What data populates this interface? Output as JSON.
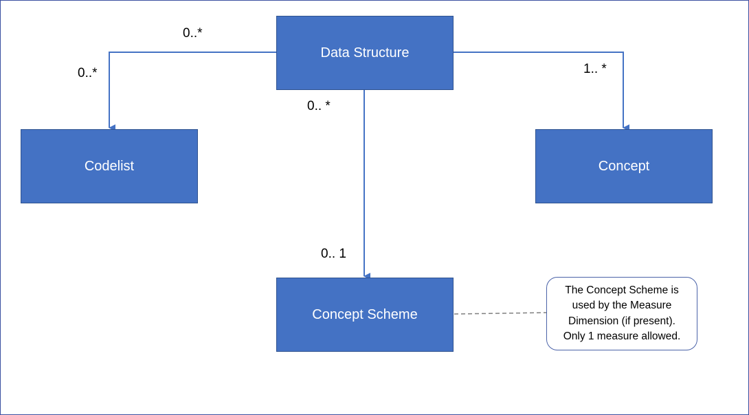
{
  "boxes": {
    "data_structure": "Data Structure",
    "codelist": "Codelist",
    "concept": "Concept",
    "concept_scheme": "Concept Scheme"
  },
  "multiplicities": {
    "ds_codelist_source": "0..*",
    "ds_codelist_target": "0..*",
    "ds_concept_target": "1.. *",
    "ds_scheme_source": "0.. *",
    "ds_scheme_target": "0.. 1"
  },
  "note": {
    "lines": [
      "The Concept Scheme is",
      "used by the Measure",
      "Dimension (if present).",
      "Only 1 measure allowed."
    ]
  },
  "colors": {
    "box_fill": "#4472c4",
    "connector": "#4472c4",
    "note_border": "#4a62a8",
    "dashed_link": "#7f7f7f"
  }
}
